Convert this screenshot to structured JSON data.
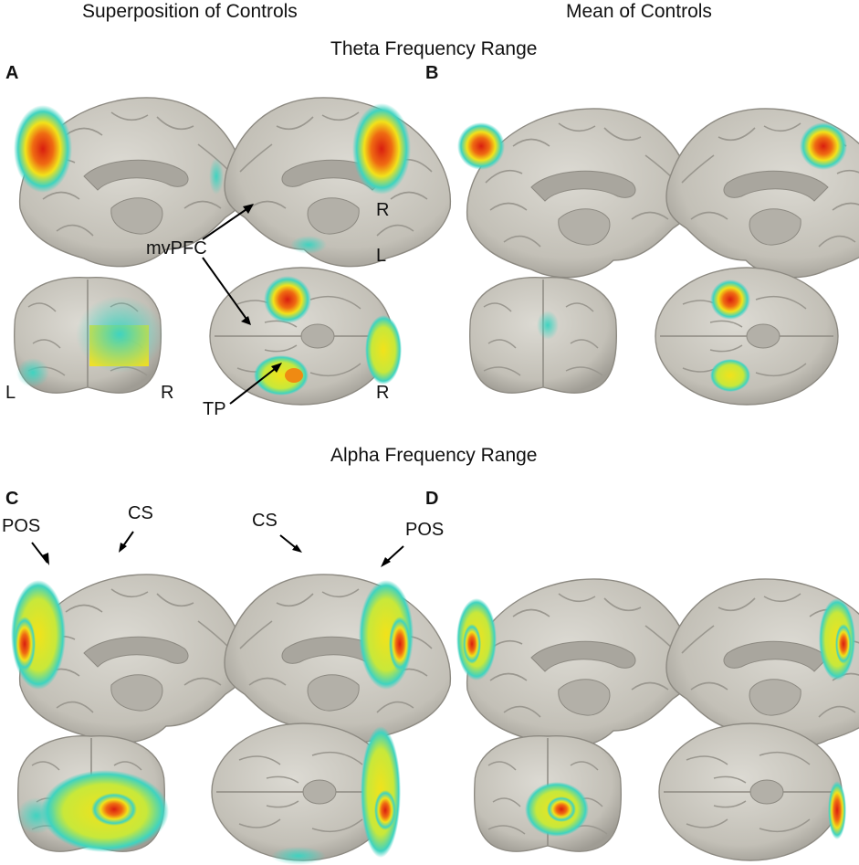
{
  "headers": {
    "col_left": "Superposition of Controls",
    "col_right": "Mean of Controls",
    "theta": "Theta Frequency Range",
    "alpha": "Alpha Frequency Range"
  },
  "panels": {
    "a": "A",
    "b": "B",
    "c": "C",
    "d": "D"
  },
  "labels": {
    "mvpfc": "mvPFC",
    "tp": "TP",
    "pos": "POS",
    "cs": "CS",
    "l": "L",
    "r": "R"
  },
  "colors": {
    "brain": "#c9c6bd",
    "brain_edge": "#8d8a82",
    "sulcus": "#9a978f",
    "hot_red": "#d91e10",
    "hot_yellow": "#f2e21a",
    "hot_cyan": "#3fd3c0"
  }
}
